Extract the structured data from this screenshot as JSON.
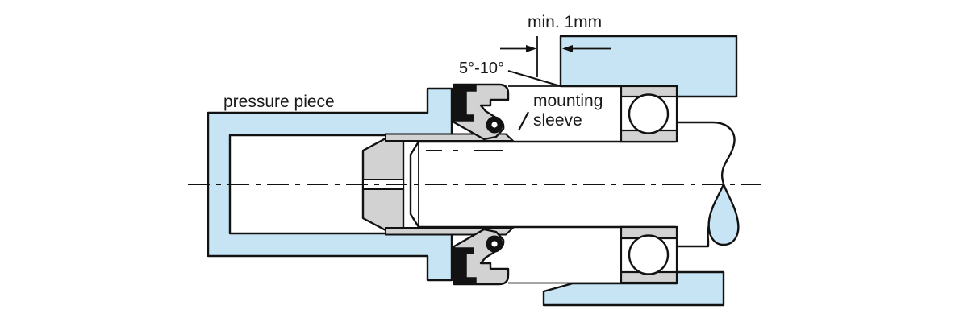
{
  "figure": {
    "type": "technical-illustration",
    "labels": {
      "pressure_piece": "pressure piece",
      "mounting_line1": "mounting",
      "mounting_line2": "sleeve",
      "min_gap": "min. 1mm",
      "taper_angle": "5°-10°"
    },
    "colors": {
      "housing_blue": "#c6e4f4",
      "metal_gray": "#d2d2d2",
      "outline_black": "#121212",
      "background": "#ffffff",
      "text": "#1a1a1a"
    }
  }
}
